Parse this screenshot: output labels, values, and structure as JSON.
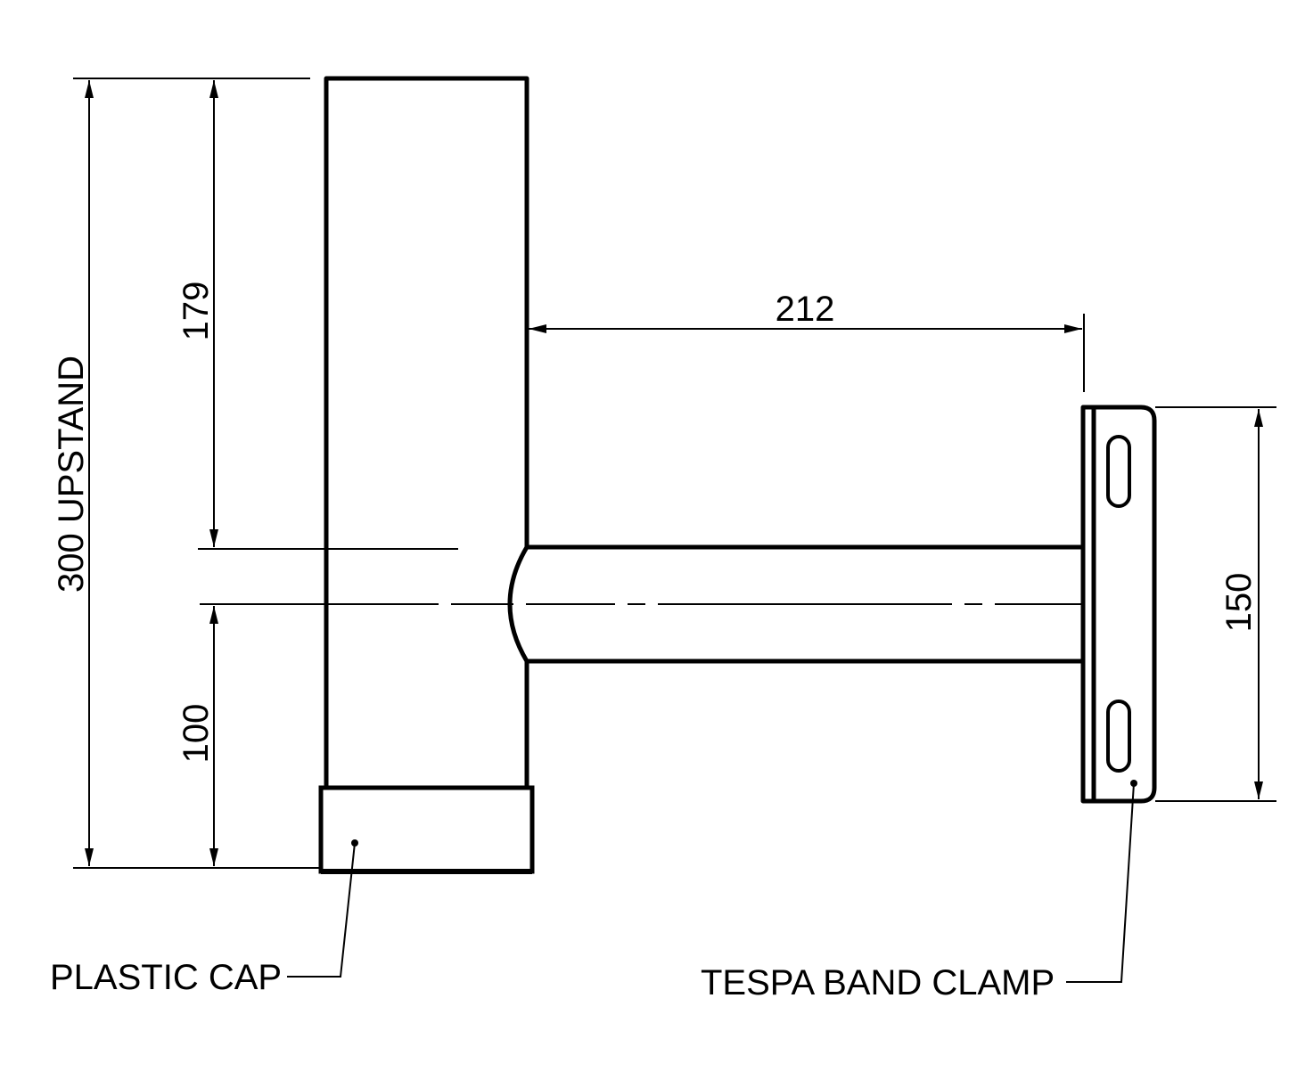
{
  "dimensions": {
    "overall_height": "300 UPSTAND",
    "upper_height": "179",
    "lower_height": "100",
    "arm_length": "212",
    "clamp_height": "150"
  },
  "labels": {
    "plastic_cap": "PLASTIC CAP",
    "band_clamp": "TESPA BAND CLAMP"
  }
}
